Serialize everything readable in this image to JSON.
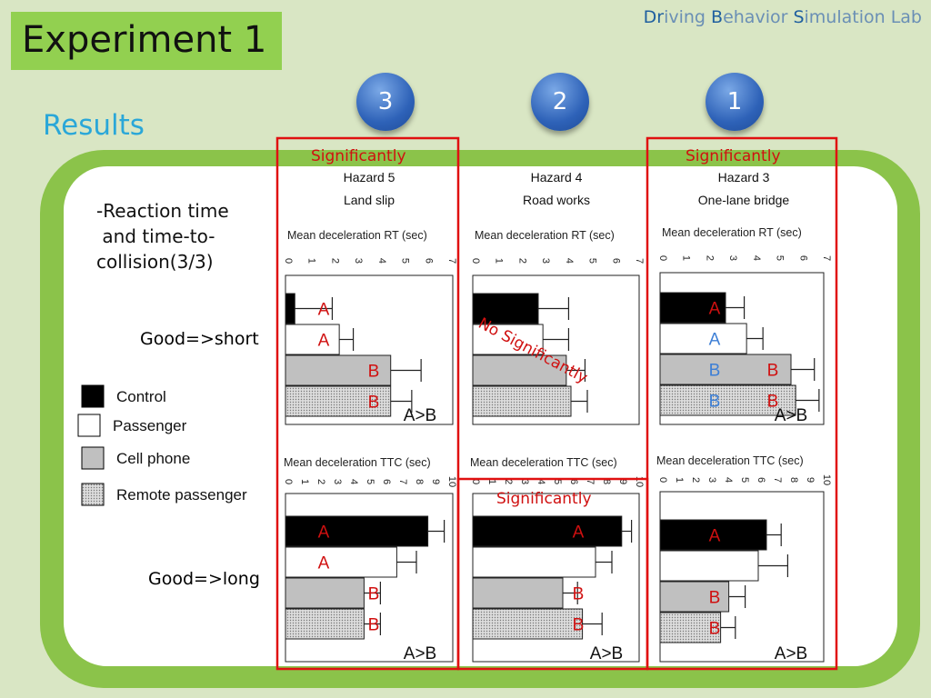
{
  "title": "Experiment 1",
  "lab_parts": [
    "Dr",
    "i",
    "ving ",
    "B",
    "ehavior ",
    "S",
    "imulation Lab"
  ],
  "results": "Results",
  "circles": [
    "3",
    "2",
    "1"
  ],
  "description": [
    "-Reaction time",
    " and time-to-",
    "collision(3/3)"
  ],
  "good_short": "Good=>short",
  "good_long": "Good=>long",
  "legend": [
    {
      "label": "Control",
      "fill": "#000000",
      "pattern": false
    },
    {
      "label": "Passenger",
      "fill": "#ffffff",
      "pattern": false
    },
    {
      "label": "Cell phone",
      "fill": "#c0c0c0",
      "pattern": false
    },
    {
      "label": "Remote passenger",
      "fill": "#d8d8d8",
      "pattern": true
    }
  ],
  "notes": {
    "h5": "Significantly",
    "h3": "Significantly",
    "h4_rt": "No Significantly",
    "h4_ttc": "Significantly"
  },
  "colors": {
    "accent_red": "#d01010",
    "blue": "#3d7fd6",
    "green": "#92d050",
    "frame": "#8bc34a"
  },
  "chart_data": [
    {
      "type": "bar",
      "hazard": "Hazard 5",
      "scene": "Land slip",
      "xlabel": "Mean deceleration RT (sec)",
      "xlim": [
        0,
        7
      ],
      "ticks": [
        "0",
        "1",
        "2",
        "3",
        "4",
        "5",
        "6",
        "7"
      ],
      "categories": [
        "Control",
        "Passenger",
        "Cell phone",
        "Remote passenger"
      ],
      "values": [
        0.4,
        2.3,
        4.5,
        4.5
      ],
      "errors": [
        1.6,
        0.6,
        1.3,
        0.9
      ],
      "labels": [
        [
          "A"
        ],
        [
          "A"
        ],
        [
          "B"
        ],
        [
          "B"
        ]
      ],
      "label_colors": [
        [
          "#d01010"
        ],
        [
          "#d01010"
        ],
        [
          "#d01010"
        ],
        [
          "#d01010"
        ]
      ],
      "comparison": "A>B"
    },
    {
      "type": "bar",
      "hazard": "Hazard 4",
      "scene": "Road works",
      "xlabel": "Mean deceleration RT (sec)",
      "xlim": [
        0,
        7
      ],
      "ticks": [
        "0",
        "1",
        "2",
        "3",
        "4",
        "5",
        "6",
        "7"
      ],
      "categories": [
        "Control",
        "Passenger",
        "Cell phone",
        "Remote passenger"
      ],
      "values": [
        2.8,
        3.0,
        4.0,
        4.2
      ],
      "errors": [
        1.3,
        1.1,
        0.8,
        0.7
      ],
      "labels": [
        [],
        [],
        [],
        []
      ],
      "label_colors": [
        [],
        [],
        [],
        []
      ],
      "comparison": ""
    },
    {
      "type": "bar",
      "hazard": "Hazard 3",
      "scene": "One-lane bridge",
      "xlabel": "Mean deceleration RT (sec)",
      "xlim": [
        0,
        7
      ],
      "ticks": [
        "0",
        "1",
        "2",
        "3",
        "4",
        "5",
        "6",
        "7"
      ],
      "categories": [
        "Control",
        "Passenger",
        "Cell phone",
        "Remote passenger"
      ],
      "values": [
        2.8,
        3.7,
        5.6,
        5.8
      ],
      "errors": [
        0.8,
        0.7,
        1.0,
        1.0
      ],
      "labels": [
        [
          "A"
        ],
        [
          "A"
        ],
        [
          "B",
          "B"
        ],
        [
          "B",
          "B"
        ]
      ],
      "label_colors": [
        [
          "#d01010"
        ],
        [
          "#3d7fd6"
        ],
        [
          "#3d7fd6",
          "#d01010"
        ],
        [
          "#3d7fd6",
          "#d01010"
        ]
      ],
      "comparison": "A>B"
    },
    {
      "type": "bar",
      "xlabel": "Mean deceleration TTC (sec)",
      "xlim": [
        0,
        10
      ],
      "ticks": [
        "0",
        "1",
        "2",
        "3",
        "4",
        "5",
        "6",
        "7",
        "8",
        "9",
        "10"
      ],
      "categories": [
        "Control",
        "Passenger",
        "Cell phone",
        "Remote passenger"
      ],
      "values": [
        8.7,
        6.8,
        4.8,
        4.8
      ],
      "errors": [
        1.0,
        1.2,
        1.0,
        1.0
      ],
      "labels": [
        [
          "A"
        ],
        [
          "A"
        ],
        [
          "B"
        ],
        [
          "B"
        ]
      ],
      "label_colors": [
        [
          "#d01010"
        ],
        [
          "#d01010"
        ],
        [
          "#d01010"
        ],
        [
          "#d01010"
        ]
      ],
      "comparison": "A>B"
    },
    {
      "type": "bar",
      "xlabel": "Mean deceleration TTC (sec)",
      "xlim": [
        0,
        10
      ],
      "ticks": [
        "0",
        "1",
        "2",
        "3",
        "4",
        "5",
        "6",
        "7",
        "8",
        "9",
        "10"
      ],
      "categories": [
        "Control",
        "Passenger",
        "Cell phone",
        "Remote passenger"
      ],
      "values": [
        9.1,
        7.5,
        5.5,
        6.7
      ],
      "errors": [
        0.6,
        1.0,
        0.9,
        1.2
      ],
      "labels": [
        [
          "A"
        ],
        [],
        [
          "B"
        ],
        [
          "B"
        ]
      ],
      "label_colors": [
        [
          "#d01010"
        ],
        [],
        [
          "#d01010"
        ],
        [
          "#d01010"
        ]
      ],
      "comparison": "A>B"
    },
    {
      "type": "bar",
      "xlabel": "Mean deceleration TTC (sec)",
      "xlim": [
        0,
        10
      ],
      "ticks": [
        "0",
        "1",
        "2",
        "3",
        "4",
        "5",
        "6",
        "7",
        "8",
        "9",
        "10"
      ],
      "categories": [
        "Control",
        "Passenger",
        "Cell phone",
        "Remote passenger"
      ],
      "values": [
        6.5,
        6.0,
        4.2,
        3.7
      ],
      "errors": [
        0.9,
        1.8,
        1.0,
        0.9
      ],
      "labels": [
        [
          "A"
        ],
        [],
        [
          "B"
        ],
        [
          "B"
        ]
      ],
      "label_colors": [
        [
          "#d01010"
        ],
        [],
        [
          "#d01010"
        ],
        [
          "#d01010"
        ]
      ],
      "comparison": "A>B"
    }
  ]
}
